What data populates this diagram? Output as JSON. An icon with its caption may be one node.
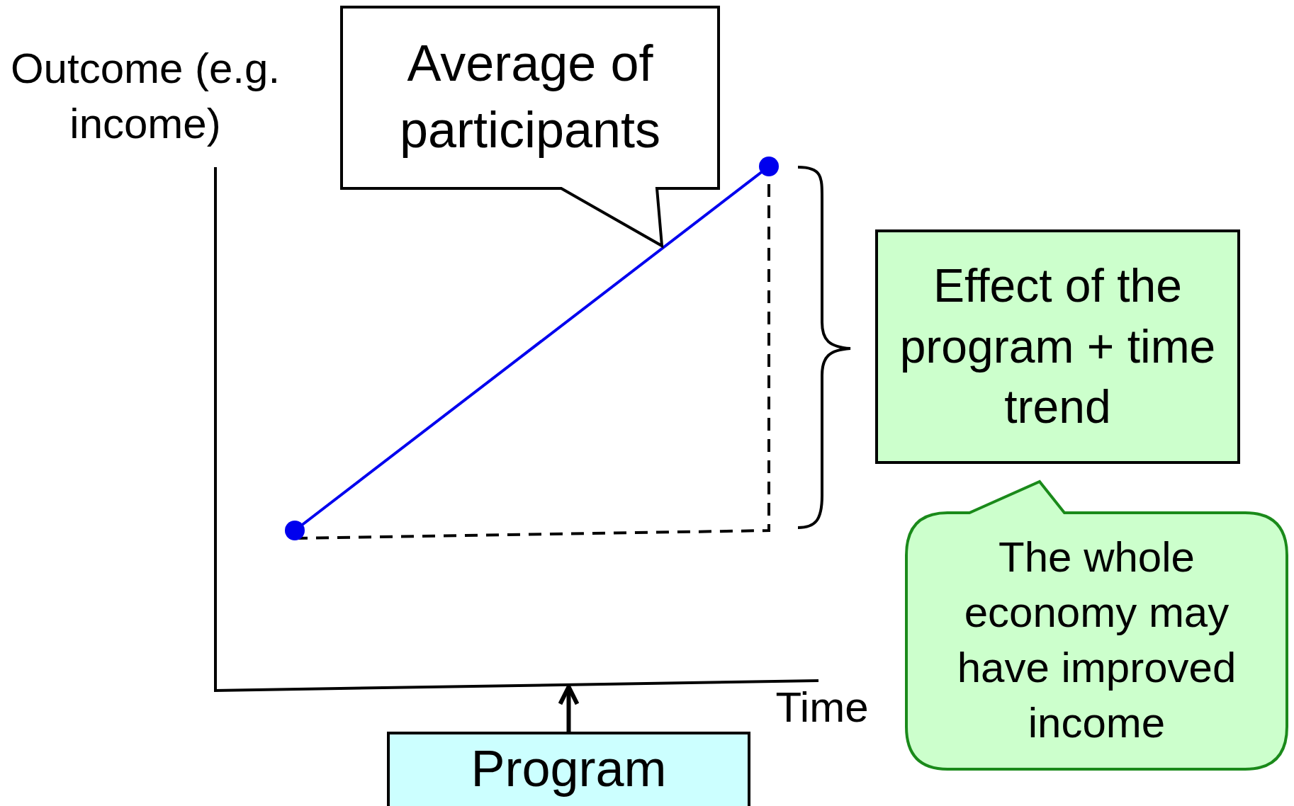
{
  "diagram": {
    "nodes": [
      {
        "text": [
          "Average of participants"
        ]
      },
      {
        "text": [
          "Effect of the program + time trend"
        ]
      },
      {
        "text": [
          "The whole economy may have improved income"
        ]
      },
      {
        "text": [
          "Program"
        ]
      },
      {
        "text": [],
        "shape": "line"
      }
    ],
    "edges": [
      {
        "from": 3,
        "to": 4,
        "arrow": "to"
      }
    ],
    "labels": [
      "Outcome (e.g. income)",
      "Time"
    ]
  }
}
